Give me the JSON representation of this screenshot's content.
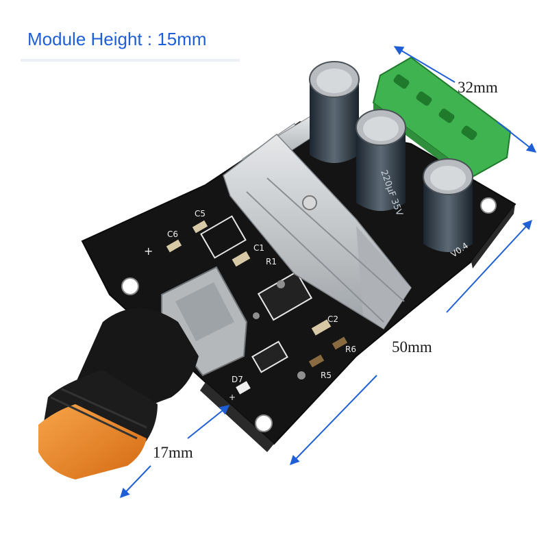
{
  "title": "Module Height : 15mm",
  "dimensions": {
    "width": "32mm",
    "length": "50mm",
    "knob": "17mm"
  },
  "silkscreen": {
    "c5": "C5",
    "c6": "C6",
    "c1": "C1",
    "r1": "R1",
    "c2": "C2",
    "r5": "R5",
    "r6": "R6",
    "d7": "D7",
    "plus_top": "+",
    "plus_bottom": "+",
    "version": "V0.4"
  },
  "capacitor_marking": {
    "rating": "220µF 35V"
  },
  "colors": {
    "title": "#1f5fd6",
    "arrow": "#1f5fd6",
    "pcb": "#141414",
    "terminal": "#3fb34f",
    "knob_orange": "#f08a24",
    "heatsink": "#c9ccce"
  }
}
